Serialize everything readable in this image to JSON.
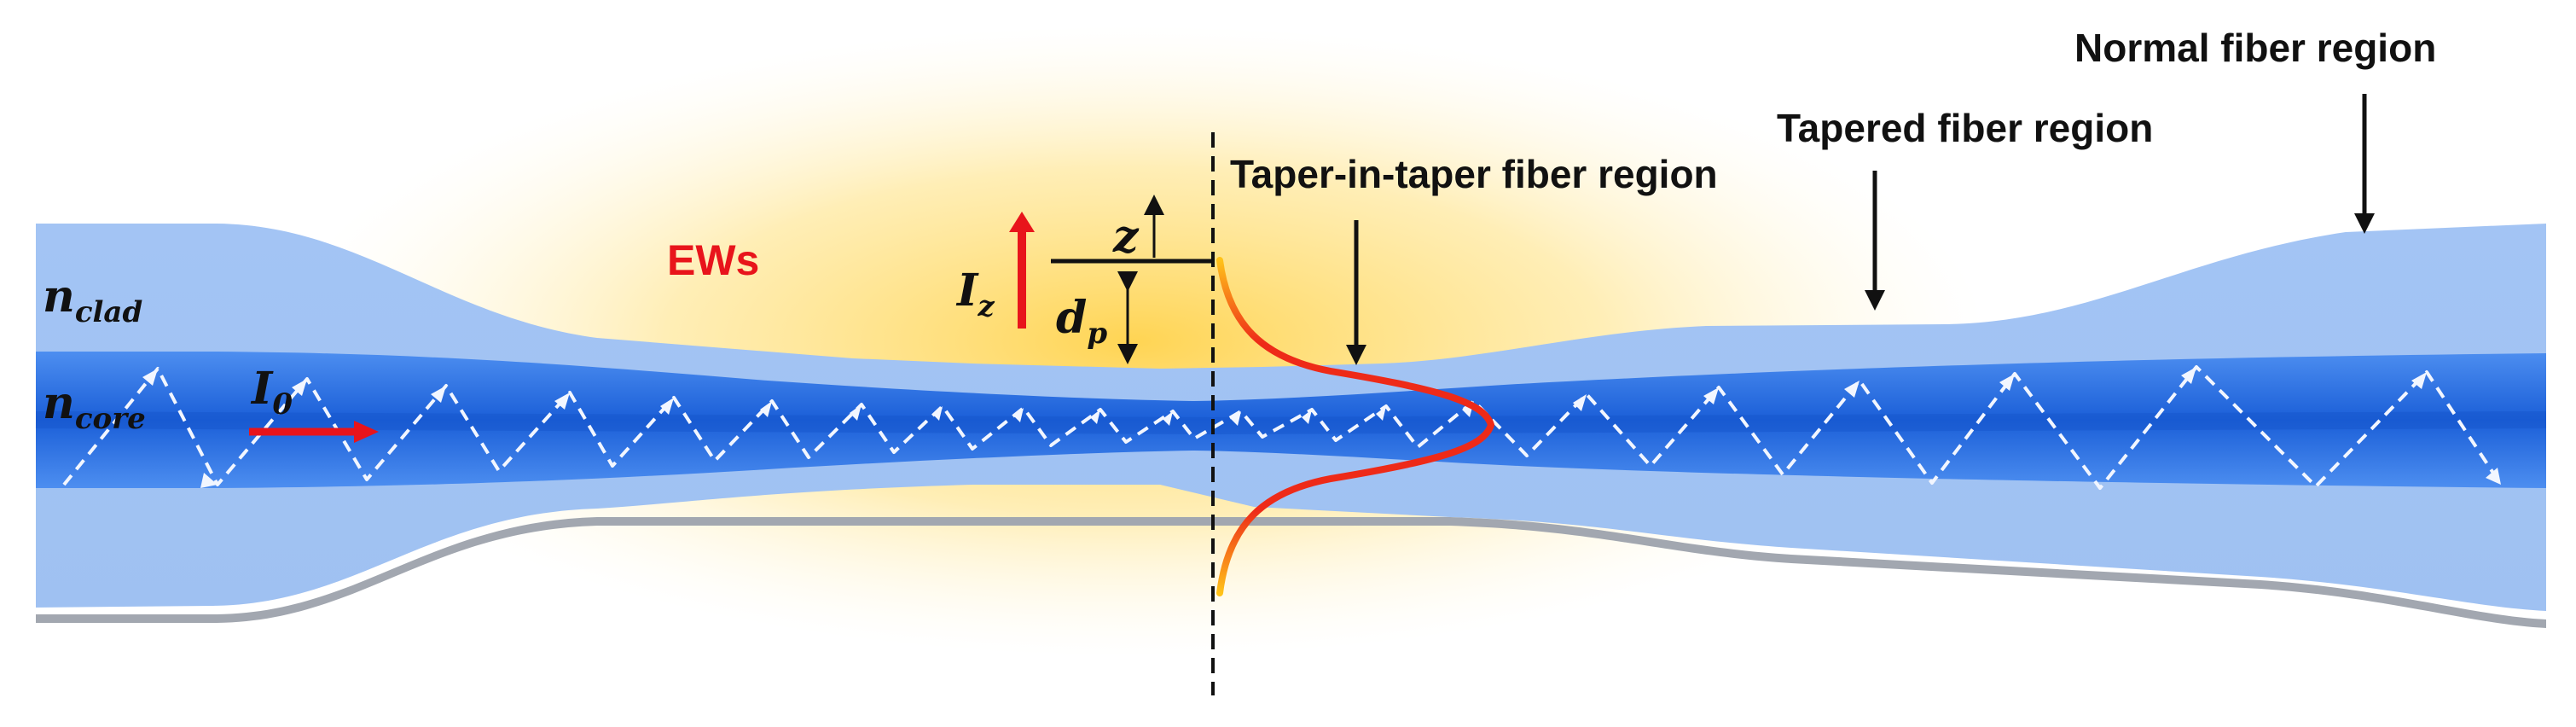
{
  "labels": {
    "normal_region": "Normal fiber region",
    "tapered_region": "Tapered fiber region",
    "taper_in_taper_region": "Taper-in-taper fiber region",
    "ews": "EWs",
    "n_clad": {
      "base": "n",
      "sub": "clad"
    },
    "n_core": {
      "base": "n",
      "sub": "core"
    },
    "I0": {
      "base": "I",
      "sub": "0"
    },
    "Iz": {
      "base": "I",
      "sub": "z"
    },
    "dp": {
      "base": "d",
      "sub": "p"
    },
    "z": "z"
  },
  "colors": {
    "cladding": "#a9c8f5",
    "core": "#2f78e6",
    "core_center": "#1a5fd6",
    "evanescent_glow": "#ffd452",
    "red": "#e8141b",
    "ray": "#eef4ff",
    "ink": "#111111"
  }
}
